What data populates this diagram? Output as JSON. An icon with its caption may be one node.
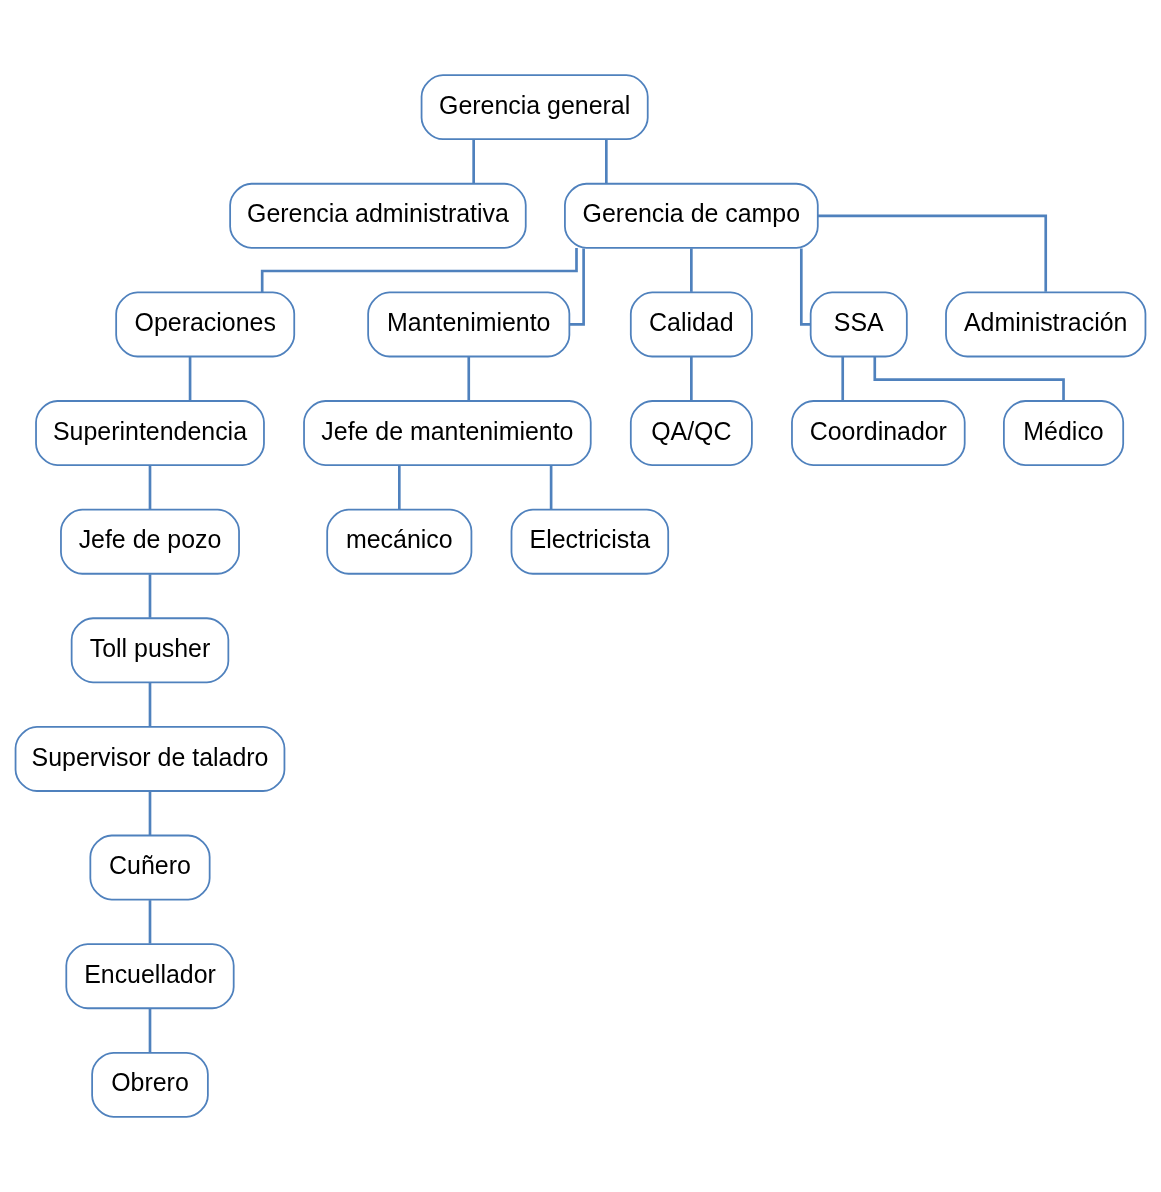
{
  "diagram": {
    "nodes": [
      {
        "text": [
          "Gerencia general"
        ]
      },
      {
        "text": [
          "Gerencia administrativa"
        ]
      },
      {
        "text": [
          "Gerencia de campo"
        ]
      },
      {
        "text": [
          "Operaciones"
        ]
      },
      {
        "text": [
          "Mantenimiento"
        ]
      },
      {
        "text": [
          "Calidad"
        ]
      },
      {
        "text": [
          "SSA"
        ]
      },
      {
        "text": [
          "Administración"
        ]
      },
      {
        "text": [
          "Superintendencia"
        ]
      },
      {
        "text": [
          "Jefe de mantenimiento"
        ]
      },
      {
        "text": [
          "QA/QC"
        ]
      },
      {
        "text": [
          "Coordinador"
        ]
      },
      {
        "text": [
          "Jefe de pozo"
        ]
      },
      {
        "text": [
          "mecánico"
        ]
      },
      {
        "text": [
          "Médico"
        ]
      },
      {
        "text": [
          "Electricista"
        ]
      },
      {
        "text": [
          "Toll pusher"
        ]
      },
      {
        "text": [
          "Supervisor de taladro"
        ]
      },
      {
        "text": [
          "Cuñero"
        ]
      },
      {
        "text": [
          "Encuellador"
        ]
      },
      {
        "text": [
          "Obrero"
        ]
      }
    ],
    "edges": [
      {
        "from": 0,
        "to": 1,
        "arrow": "none"
      },
      {
        "from": 0,
        "to": 2,
        "arrow": "none"
      },
      {
        "from": 2,
        "to": 3,
        "arrow": "none"
      },
      {
        "from": 2,
        "to": 4,
        "arrow": "none"
      },
      {
        "from": 2,
        "to": 5,
        "arrow": "none"
      },
      {
        "from": 2,
        "to": 6,
        "arrow": "none"
      },
      {
        "from": 2,
        "to": 7,
        "arrow": "none"
      },
      {
        "from": 3,
        "to": 8,
        "arrow": "none"
      },
      {
        "from": 4,
        "to": 9,
        "arrow": "none"
      },
      {
        "from": 5,
        "to": 10,
        "arrow": "none"
      },
      {
        "from": 6,
        "to": 11,
        "arrow": "none"
      },
      {
        "from": 8,
        "to": 12,
        "arrow": "none"
      },
      {
        "from": 9,
        "to": 13,
        "arrow": "none"
      },
      {
        "from": 6,
        "to": 14,
        "arrow": "none"
      },
      {
        "from": 9,
        "to": 15,
        "arrow": "none"
      },
      {
        "from": 12,
        "to": 16,
        "arrow": "none"
      },
      {
        "from": 16,
        "to": 17,
        "arrow": "none"
      },
      {
        "from": 17,
        "to": 18,
        "arrow": "none"
      },
      {
        "from": 18,
        "to": 19,
        "arrow": "none"
      },
      {
        "from": 19,
        "to": 20,
        "arrow": "none"
      }
    ]
  }
}
